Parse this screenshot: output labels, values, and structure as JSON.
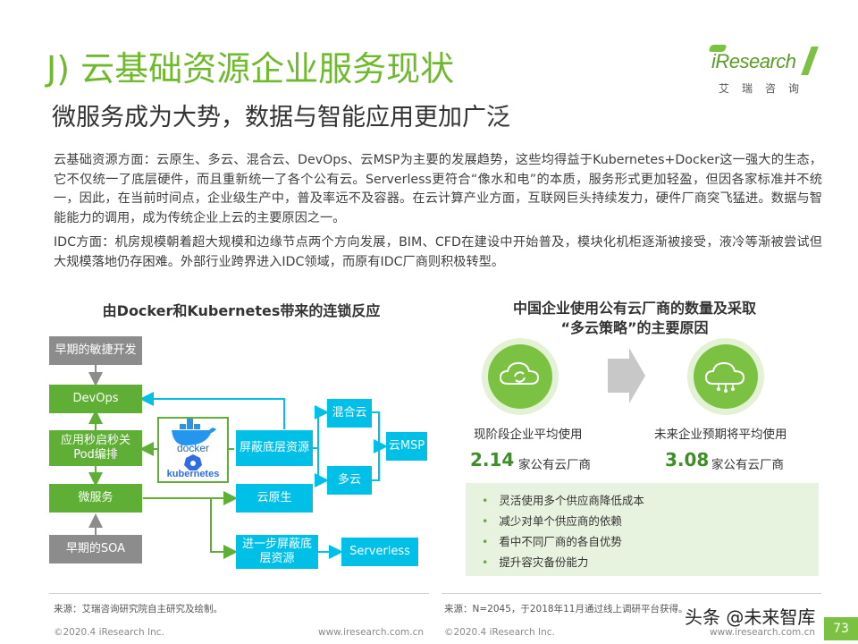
{
  "header": {
    "title": "J) 云基础资源企业服务现状",
    "subtitle": "微服务成为大势，数据与智能应用更加广泛",
    "logo_word": "iResearch",
    "logo_cn": "艾瑞咨询"
  },
  "paragraphs": {
    "p1": "云基础资源方面：云原生、多云、混合云、DevOps、云MSP为主要的发展趋势，这些均得益于Kubernetes+Docker这一强大的生态，它不仅统一了底层硬件，而且重新统一了各个公有云。Serverless更符合“像水和电”的本质，服务形式更加轻盈，但因各家标准并不统一，因此，在当前时间点，企业级生产中，普及率远不及容器。在云计算产业方面，互联网巨头持续发力，硬件厂商突飞猛进。数据与智能能力的调用，成为传统企业上云的主要原因之一。",
    "p2": "IDC方面：机房规模朝着超大规模和边缘节点两个方向发展，BIM、CFD在建设中开始普及，模块化机柜逐渐被接受，液冷等渐被尝试但大规模落地仍存困难。外部行业跨界进入IDC领域，而原有IDC厂商则积极转型。"
  },
  "left_diagram": {
    "title": "由Docker和Kubernetes带来的连锁反应",
    "early_agile": "早期的敏捷开发",
    "devops": "DevOps",
    "fast_pod": "应用秒启秒关Pod编排",
    "microservice": "微服务",
    "early_soa": "早期的SOA",
    "docker_label": "docker",
    "k8s_label": "kubernetes",
    "shield_infra": "屏蔽底层资源",
    "cloud_native": "云原生",
    "further_shield": "进一步屏蔽底层资源",
    "hybrid_cloud": "混合云",
    "multi_cloud": "多云",
    "cloud_msp": "云MSP",
    "serverless": "Serverless"
  },
  "right_panel": {
    "title_line1": "中国企业使用公有云厂商的数量及采取",
    "title_line2": "“多云策略”的主要原因",
    "current_label": "现阶段企业平均使用",
    "current_value": "2.14",
    "current_unit": "家公有云厂商",
    "future_label": "未来企业预期将平均使用",
    "future_value": "3.08",
    "future_unit": "家公有云厂商",
    "reasons": [
      "灵活使用多个供应商降低成本",
      "减少对单个供应商的依赖",
      "看中不同厂商的各自优势",
      "提升容灾备份能力"
    ]
  },
  "footer": {
    "source_left": "来源：艾瑞咨询研究院自主研究及绘制。",
    "source_right": "来源：N=2045，于2018年11月通过线上调研平台获得。",
    "copyright_left": "©2020.4 iResearch Inc.",
    "url_left": "www.iresearch.com.cn",
    "copyright_right": "©2020.4 iResearch Inc.",
    "url_right": "www.iresearch.com.cn",
    "watermark": "头条 @未来智库",
    "page": "73"
  },
  "colors": {
    "brand_green": "#6fba2c",
    "box_green": "#5fae36",
    "box_cyan": "#00c0e8",
    "box_gray": "#8c8c8c",
    "panel_bg": "#e8f3df"
  }
}
